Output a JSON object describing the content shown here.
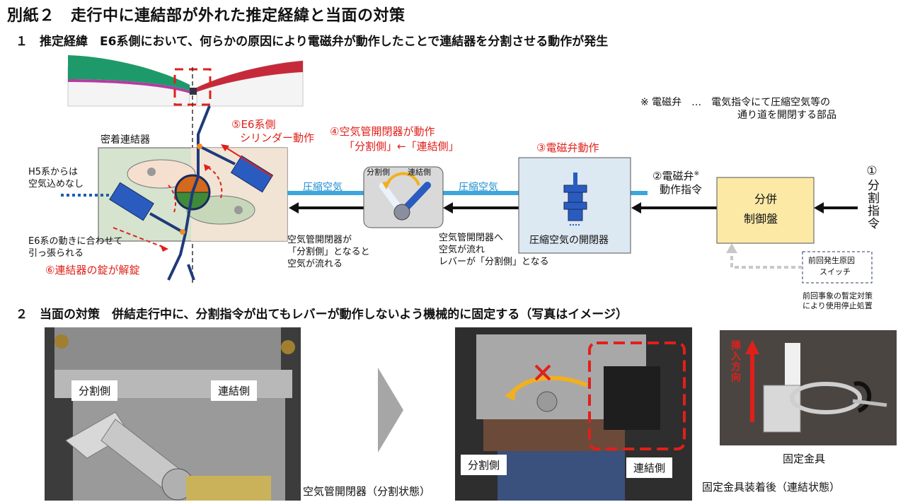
{
  "title": "別紙２　走行中に連結部が外れた推定経緯と当面の対策",
  "section1": {
    "heading": "１　推定経緯　E6系側において、何らかの原因により電磁弁が動作したことで連結器を分割させる動作が発生"
  },
  "note": {
    "line1": "※ 電磁弁　…　電気指令にて圧縮空気等の",
    "line2": "通り道を開閉する部品"
  },
  "diagram": {
    "coupler_label": "密着連結器",
    "h5_line1": "H5系からは",
    "h5_line2": "空気込めなし",
    "e6_line1": "E6系の動きに合わせて",
    "e6_line2": "引っ張られる",
    "step6": "⑥連結器の錠が解錠",
    "step5_line1": "⑤E6系側",
    "step5_line2": "シリンダー動作",
    "step4_line1": "④空気管開閉器が動作",
    "step4_line2": "「分割側」←「連結側」",
    "step3": "③電磁弁動作",
    "step2_line1": "②電磁弁",
    "step2_sup": "※",
    "step2_line2": "動作指令",
    "step1": "①分割指令",
    "compressed_air_1": "圧縮空気",
    "compressed_air_2": "圧縮空気",
    "switch_split": "分割側",
    "switch_couple": "連結側",
    "valve_label": "圧縮空気の開閉器",
    "control_line1": "分併",
    "control_line2": "制御盤",
    "desc_a_line1": "空気管開閉器が",
    "desc_a_line2": "「分割側」となると",
    "desc_a_line3": "空気が流れる",
    "desc_b_line1": "空気管開閉器へ",
    "desc_b_line2": "空気が流れ",
    "desc_b_line3": "レバーが「分割側」となる",
    "prev_line1": "前回発生原因",
    "prev_line2": "スイッチ",
    "prev_note_line1": "前回事象の暫定対策",
    "prev_note_line2": "により使用停止処置"
  },
  "section2": {
    "heading": "２　当面の対策　併結走行中に、分割指令が出てもレバーが動作しないよう機械的に固定する（写真はイメージ）"
  },
  "photos": {
    "p1_split": "分割側",
    "p1_couple": "連結側",
    "p1_caption": "空気管開閉器（分割状態）",
    "p2_split": "分割側",
    "p2_couple": "連結側",
    "p2_caption": "固定金具装着後（連結状態）",
    "p3_insert": "挿入方向",
    "p3_caption": "固定金具"
  },
  "colors": {
    "accent_red": "#e0201a",
    "pipe_blue": "#3aa6dc",
    "valve_box": "#dce8f2",
    "control_box": "#fce9a6",
    "coupler_box": "#d5e3cf"
  }
}
